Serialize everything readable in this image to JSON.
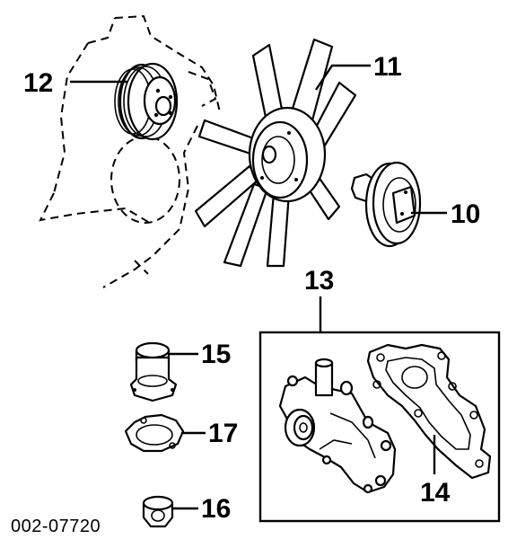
{
  "figure_code": "002-07720",
  "callouts": {
    "c10": "10",
    "c11": "11",
    "c12": "12",
    "c13": "13",
    "c14": "14",
    "c15": "15",
    "c16": "16",
    "c17": "17"
  }
}
